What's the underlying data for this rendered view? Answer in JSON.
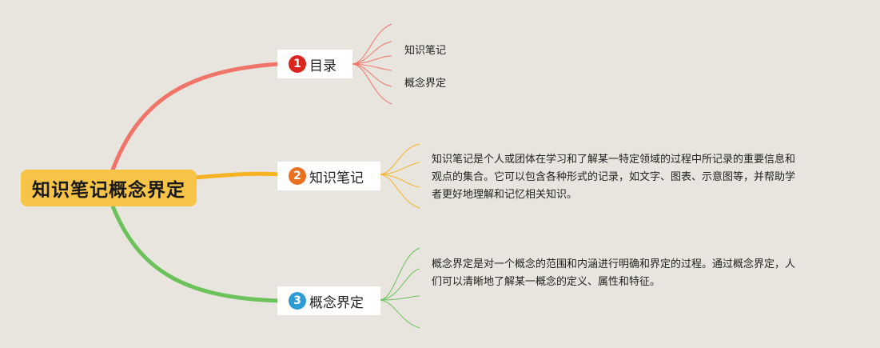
{
  "root": {
    "label": "知识笔记概念界定",
    "color": "#f7c448"
  },
  "topics": [
    {
      "number": "1",
      "label": "目录",
      "badge_color": "#d9261c",
      "branch_color": "#f07468"
    },
    {
      "number": "2",
      "label": "知识笔记",
      "badge_color": "#e8701e",
      "branch_color": "#f5b324"
    },
    {
      "number": "3",
      "label": "概念界定",
      "badge_color": "#2e9bd6",
      "branch_color": "#6cc25a"
    }
  ],
  "toc_items": [
    "知识笔记",
    "概念界定"
  ],
  "descriptions": {
    "knowledge_notes": [
      "知识笔记是个人或团体在学习和了解某一特定领域的过程中所记录的重要信息和",
      "观点的集合。它可以包含各种形式的记录，如文字、图表、示意图等，并帮助学",
      "者更好地理解和记忆相关知识。"
    ],
    "concept_definition": [
      "概念界定是对一个概念的范围和内涵进行明确和界定的过程。通过概念界定，人",
      "们可以清晰地了解某一概念的定义、属性和特征。"
    ]
  }
}
